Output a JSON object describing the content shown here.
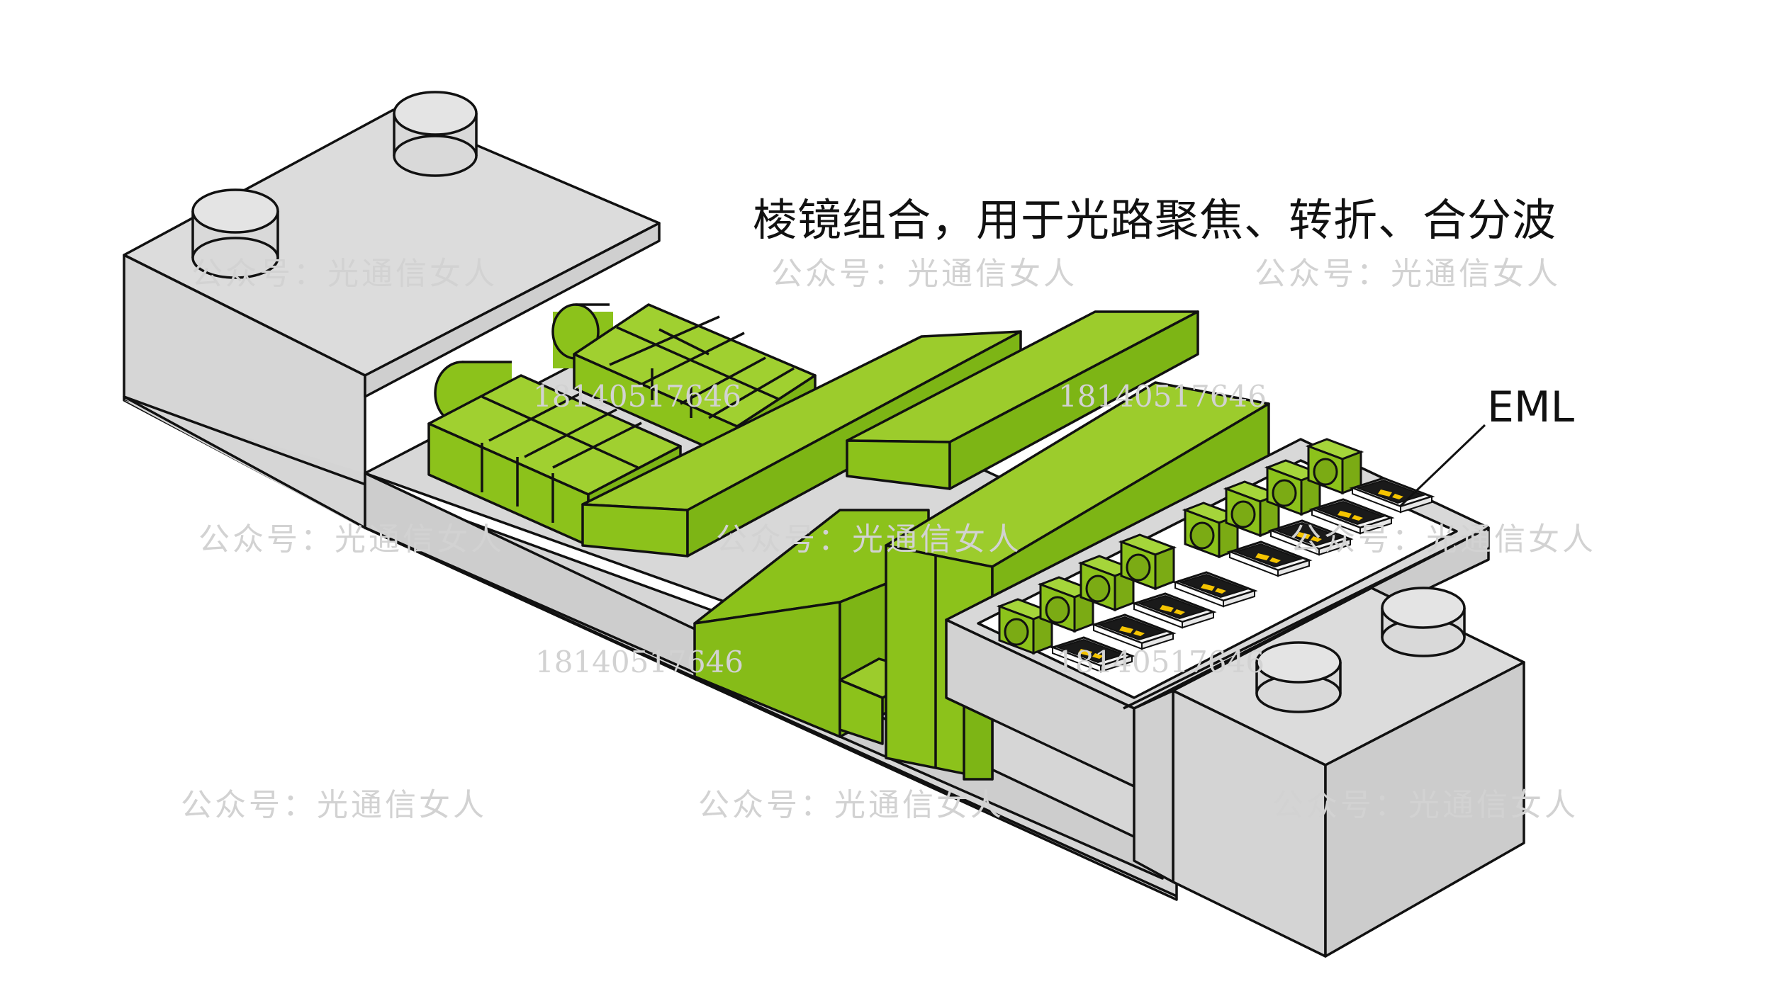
{
  "labels": {
    "prism_combo": "棱镜组合，用于光路聚焦、转折、合分波",
    "eml": "EML"
  },
  "watermarks": {
    "account": "公众号：光通信女人",
    "phone": "18140517646"
  },
  "colors": {
    "housing": "#d9d9d9",
    "optics": "#8cc21b",
    "outline": "#111111",
    "watermark": "#d2d2d2",
    "chip_pad": "#f5c400"
  }
}
